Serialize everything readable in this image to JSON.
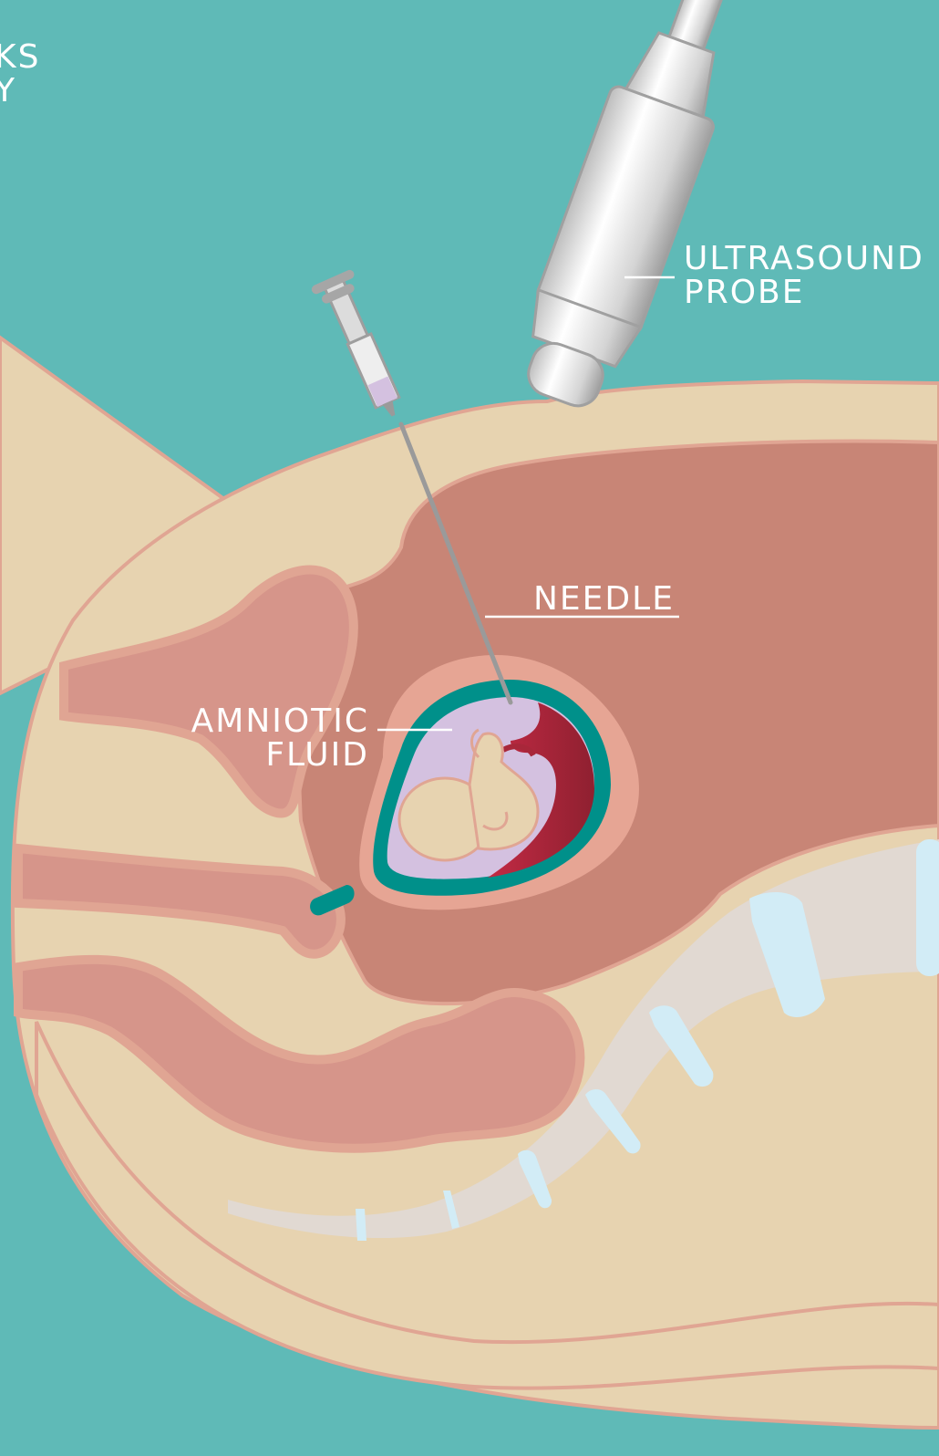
{
  "colors": {
    "background": "#5fbab7",
    "skin": "#e7d3b0",
    "tissue_outline": "#e0a593",
    "uterus": "#c88576",
    "organ": "#d6958a",
    "sac_outline": "#00908a",
    "amniotic_fluid": "#d4c1e0",
    "placenta": "#a8273a",
    "spine": "#e1d9d2",
    "spine_disc": "#d2ecf6",
    "probe": "#e8e8e8",
    "needle": "#9a9a9a",
    "label_text": "#ffffff"
  },
  "labels": {
    "corner_line1": "KS",
    "corner_line2": "Y",
    "probe_line1": "ULTRASOUND",
    "probe_line2": "PROBE",
    "needle": "NEEDLE",
    "fluid_line1": "AMNIOTIC",
    "fluid_line2": "FLUID"
  },
  "figure": {
    "structures": [
      "skin",
      "uterus",
      "bladder",
      "bowel",
      "spine",
      "amniotic-sac",
      "placenta",
      "fetus",
      "syringe",
      "needle",
      "ultrasound-probe"
    ]
  }
}
